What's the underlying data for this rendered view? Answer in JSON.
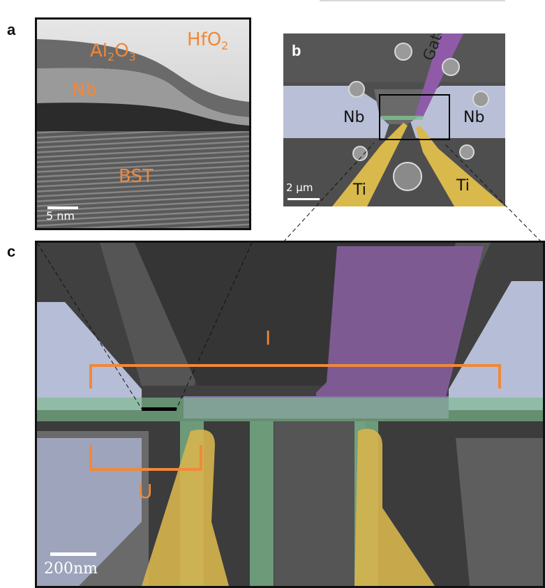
{
  "panels": {
    "a": {
      "letter": "a",
      "labels": {
        "hfo2": "HfO",
        "hfo2_sub": "2",
        "al": "Al",
        "al_sub1": "2",
        "al_o": "O",
        "al_sub2": "3",
        "nb": "Nb",
        "bst": "BST"
      },
      "scalebar": "5 nm"
    },
    "b": {
      "letter": "b",
      "labels": {
        "gate": "Gate",
        "nb_left": "Nb",
        "nb_right": "Nb",
        "ti_left": "Ti",
        "ti_right": "Ti"
      },
      "scalebar": "2 μm"
    },
    "c": {
      "letter": "c",
      "labels": {
        "i": "I",
        "u": "U"
      },
      "scalebar": "200nm"
    }
  },
  "colors": {
    "accent_orange": "#f0883a",
    "gate_purple": "#8e5aa6",
    "nb_lavender": "#b8bfd6",
    "ti_yellow": "#d8b84a",
    "strip_green": "#78c88a"
  }
}
